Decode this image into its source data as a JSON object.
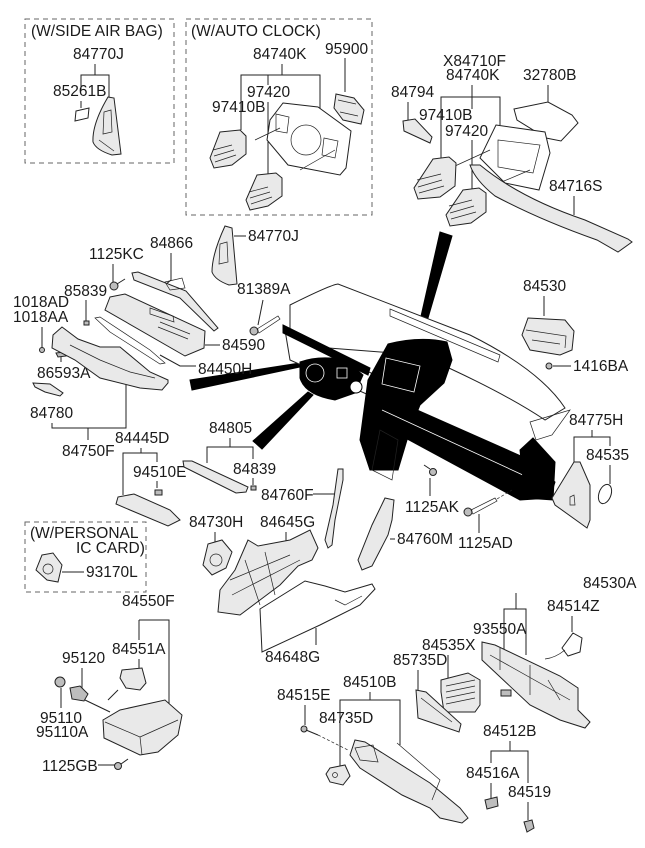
{
  "diagram": {
    "type": "exploded-parts-diagram",
    "subject": "Instrument panel / dashboard trim assembly"
  },
  "groups": {
    "side_air_bag": {
      "title": "(W/SIDE AIR BAG)",
      "parts": [
        "84770J",
        "85261B"
      ]
    },
    "auto_clock": {
      "title": "(W/AUTO CLOCK)",
      "parts": [
        "84740K",
        "95900",
        "97420",
        "97410B"
      ]
    },
    "personal_ic_card": {
      "title_line1": "(W/PERSONAL",
      "title_line2": "IC CARD)",
      "parts": [
        "93170L"
      ]
    }
  },
  "labels": {
    "p84770J_a": "84770J",
    "p85261B": "85261B",
    "p84740K_a": "84740K",
    "p95900": "95900",
    "p97420_a": "97420",
    "p97410B_a": "97410B",
    "pX84710F": "X84710F",
    "p84740K_b": "84740K",
    "p32780B": "32780B",
    "p84794": "84794",
    "p97410B_b": "97410B",
    "p97420_b": "97420",
    "p84716S": "84716S",
    "p1125KC": "1125KC",
    "p84866": "84866",
    "p84770J_b": "84770J",
    "p85839": "85839",
    "p81389A": "81389A",
    "p1018AD": "1018AD",
    "p1018AA": "1018AA",
    "p84590": "84590",
    "p84450H": "84450H",
    "p86593A": "86593A",
    "p84780": "84780",
    "p84750F": "84750F",
    "p84445D": "84445D",
    "p84530": "84530",
    "p1416BA": "1416BA",
    "p84805": "84805",
    "p94510E": "94510E",
    "p84839": "84839",
    "p84760F": "84760F",
    "p84775H": "84775H",
    "p84535": "84535",
    "p1125AK": "1125AK",
    "p1125AD": "1125AD",
    "p84730H": "84730H",
    "p84645G": "84645G",
    "p84760M": "84760M",
    "p93170L": "93170L",
    "p84550F": "84550F",
    "p84648G": "84648G",
    "p84551A": "84551A",
    "p95120": "95120",
    "p95110": "95110",
    "p95110A": "95110A",
    "p1125GB": "1125GB",
    "p84530A": "84530A",
    "p84514Z": "84514Z",
    "p93550A": "93550A",
    "p84535X": "84535X",
    "p85735D": "85735D",
    "p84515E": "84515E",
    "p84510B": "84510B",
    "p84735D": "84735D",
    "p84512B": "84512B",
    "p84516A": "84516A",
    "p84519": "84519"
  }
}
